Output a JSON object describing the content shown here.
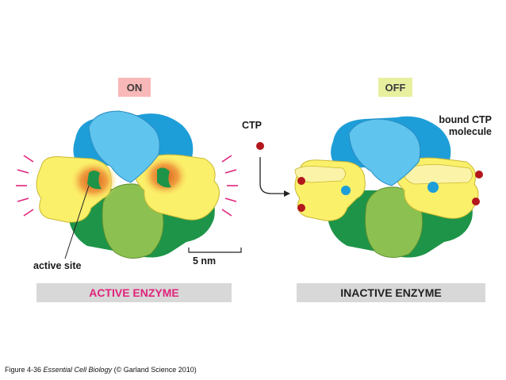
{
  "left_panel": {
    "state_badge": "ON",
    "state_badge_color": "#f9b8b8",
    "caption": "ACTIVE ENZYME",
    "caption_color": "#e0237b",
    "active_site_label": "active site",
    "scale_label": "5 nm"
  },
  "right_panel": {
    "state_badge": "OFF",
    "state_badge_color": "#e8f0a0",
    "caption": "INACTIVE ENZYME",
    "caption_color": "#222222",
    "bound_label_line1": "bound CTP",
    "bound_label_line2": "molecule"
  },
  "middle": {
    "ctp_label": "CTP"
  },
  "colors": {
    "blue_light": "#5fc4ee",
    "blue_dark": "#1e9ed8",
    "yellow": "#fbf06a",
    "yellow_pale": "#fbf3a8",
    "green_dark": "#1e9448",
    "green_light": "#8cc152",
    "ctp_red": "#b3161c"
  },
  "footer": {
    "prefix": "Figure 4-36  ",
    "title": "Essential Cell Biology",
    "suffix": " (© Garland Science 2010)"
  }
}
